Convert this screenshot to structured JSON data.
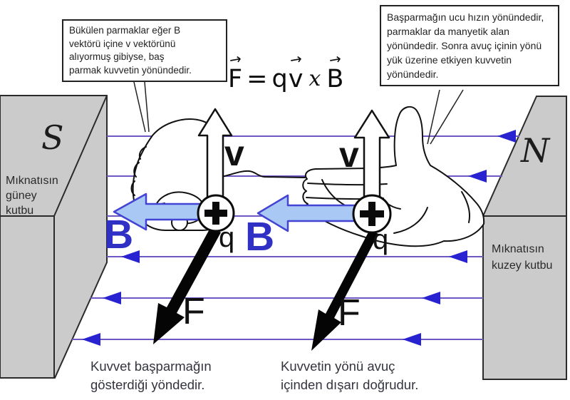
{
  "formula": {
    "arrow": "→",
    "f": "F",
    "equals": "=",
    "q": "q",
    "v": "v",
    "cross": "x",
    "b": "B"
  },
  "callout_left": {
    "lines": [
      "Bükülen parmaklar eğer B",
      "vektörü içine v vektörünü",
      "alıyormuş gibiyse, baş",
      "parmak kuvvetin yönündedir."
    ]
  },
  "callout_right": {
    "lines": [
      "Başparmağın ucu hızın yönündedir,",
      "parmaklar da manyetik alan",
      "yönündedir. Sonra avuç içinin yönü",
      "yük üzerine etkiyen kuvvetin",
      "yönündedir."
    ]
  },
  "magnet_left": {
    "pole": "S",
    "label_lines": [
      "Mıknatısın",
      "güney",
      "kutbu"
    ]
  },
  "magnet_right": {
    "pole": "N",
    "label_lines": [
      "Mıknatısın",
      "kuzey kutbu"
    ]
  },
  "vector_labels": {
    "b_left": "B",
    "b_right": "B",
    "v_left": "v",
    "v_right": "v",
    "q_left": "q",
    "q_right": "q",
    "f_left": "F",
    "f_right": "F"
  },
  "captions": {
    "left_lines": [
      "Kuvvet başparmağın",
      "gösterdiği yöndedir."
    ],
    "right_lines": [
      "Kuvvetin yönü avuç",
      "içinden dışarı doğrudur."
    ]
  },
  "colors": {
    "field_line": "#6f57c3",
    "field_arrowhead": "#2822d0",
    "b_arrow_fill": "#a9c9f4",
    "b_arrow_stroke": "#4343d4",
    "b_label": "#3030c4",
    "magnet_fill": "#cbcbcb",
    "force_arrow": "#050505",
    "caption_text": "#34343e"
  }
}
